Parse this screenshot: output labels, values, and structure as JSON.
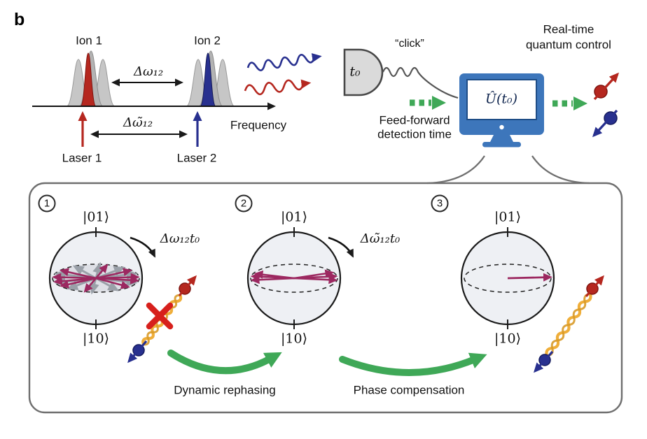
{
  "panel": {
    "label": "b"
  },
  "spectrum": {
    "ion1_label": "Ion 1",
    "ion2_label": "Ion 2",
    "detuning_label": "Δω₁₂",
    "detuning_tilde_label": "Δω̃₁₂",
    "axis_label": "Frequency",
    "laser1_label": "Laser 1",
    "laser2_label": "Laser 2"
  },
  "detection": {
    "detector_time_label": "t₀",
    "click_label": "“click”",
    "feedforward_line1": "Feed-forward",
    "feedforward_line2": "detection time"
  },
  "computer": {
    "unitary_label": "Û(t₀)"
  },
  "output": {
    "control_line1": "Real-time",
    "control_line2": "quantum control"
  },
  "bloch_panel": {
    "steps": [
      "1",
      "2",
      "3"
    ],
    "ket_top": "|01⟩",
    "ket_bottom": "|10⟩",
    "phase_label_1": "Δω₁₂t₀",
    "phase_label_2": "Δω̃₁₂t₀",
    "process_label_1": "Dynamic rephasing",
    "process_label_2": "Phase compensation"
  },
  "colors": {
    "laser_red": "#b5271f",
    "laser_blue": "#28308f",
    "feedforward_green": "#3fa857",
    "bloch_arrow_magenta": "#9c2860",
    "monitor_blue": "#3d76bb",
    "entanglement_gold": "#efae3a",
    "error_red": "#d7201c"
  }
}
